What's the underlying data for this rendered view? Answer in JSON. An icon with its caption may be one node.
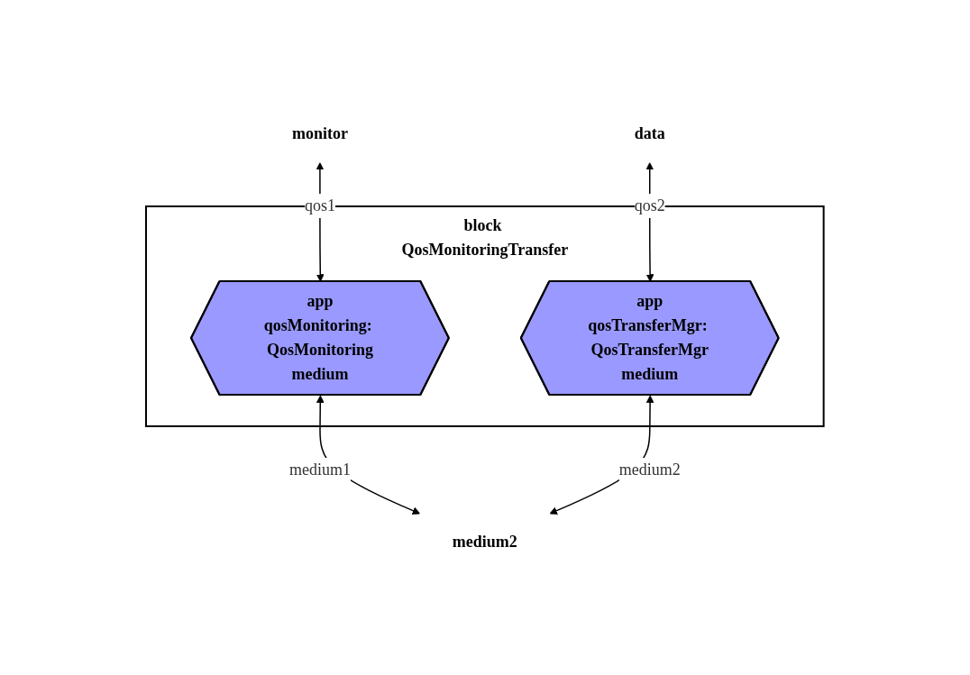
{
  "diagram": {
    "nodes": [
      {
        "text": [
          "block QosMonitoringTransfer"
        ]
      },
      {
        "text": [
          "app",
          "qosMonitoring: QosMonitoring",
          "medium"
        ],
        "in": 0
      },
      {
        "text": [
          "app",
          "qosTransferMgr: QosTransferMgr",
          "medium"
        ],
        "in": 0
      },
      {
        "text": [
          "monitor"
        ]
      },
      {
        "text": [
          "data"
        ]
      },
      {
        "text": [
          "medium2"
        ]
      }
    ],
    "edges": [
      {
        "from": 3,
        "to": 1,
        "arrow": "both",
        "label": "qos1"
      },
      {
        "from": 4,
        "to": 2,
        "arrow": "both",
        "label": "qos2"
      },
      {
        "from": 1,
        "to": 5,
        "arrow": "both",
        "label": "medium1"
      },
      {
        "from": 2,
        "to": 5,
        "arrow": "both",
        "label": "medium2"
      }
    ]
  }
}
